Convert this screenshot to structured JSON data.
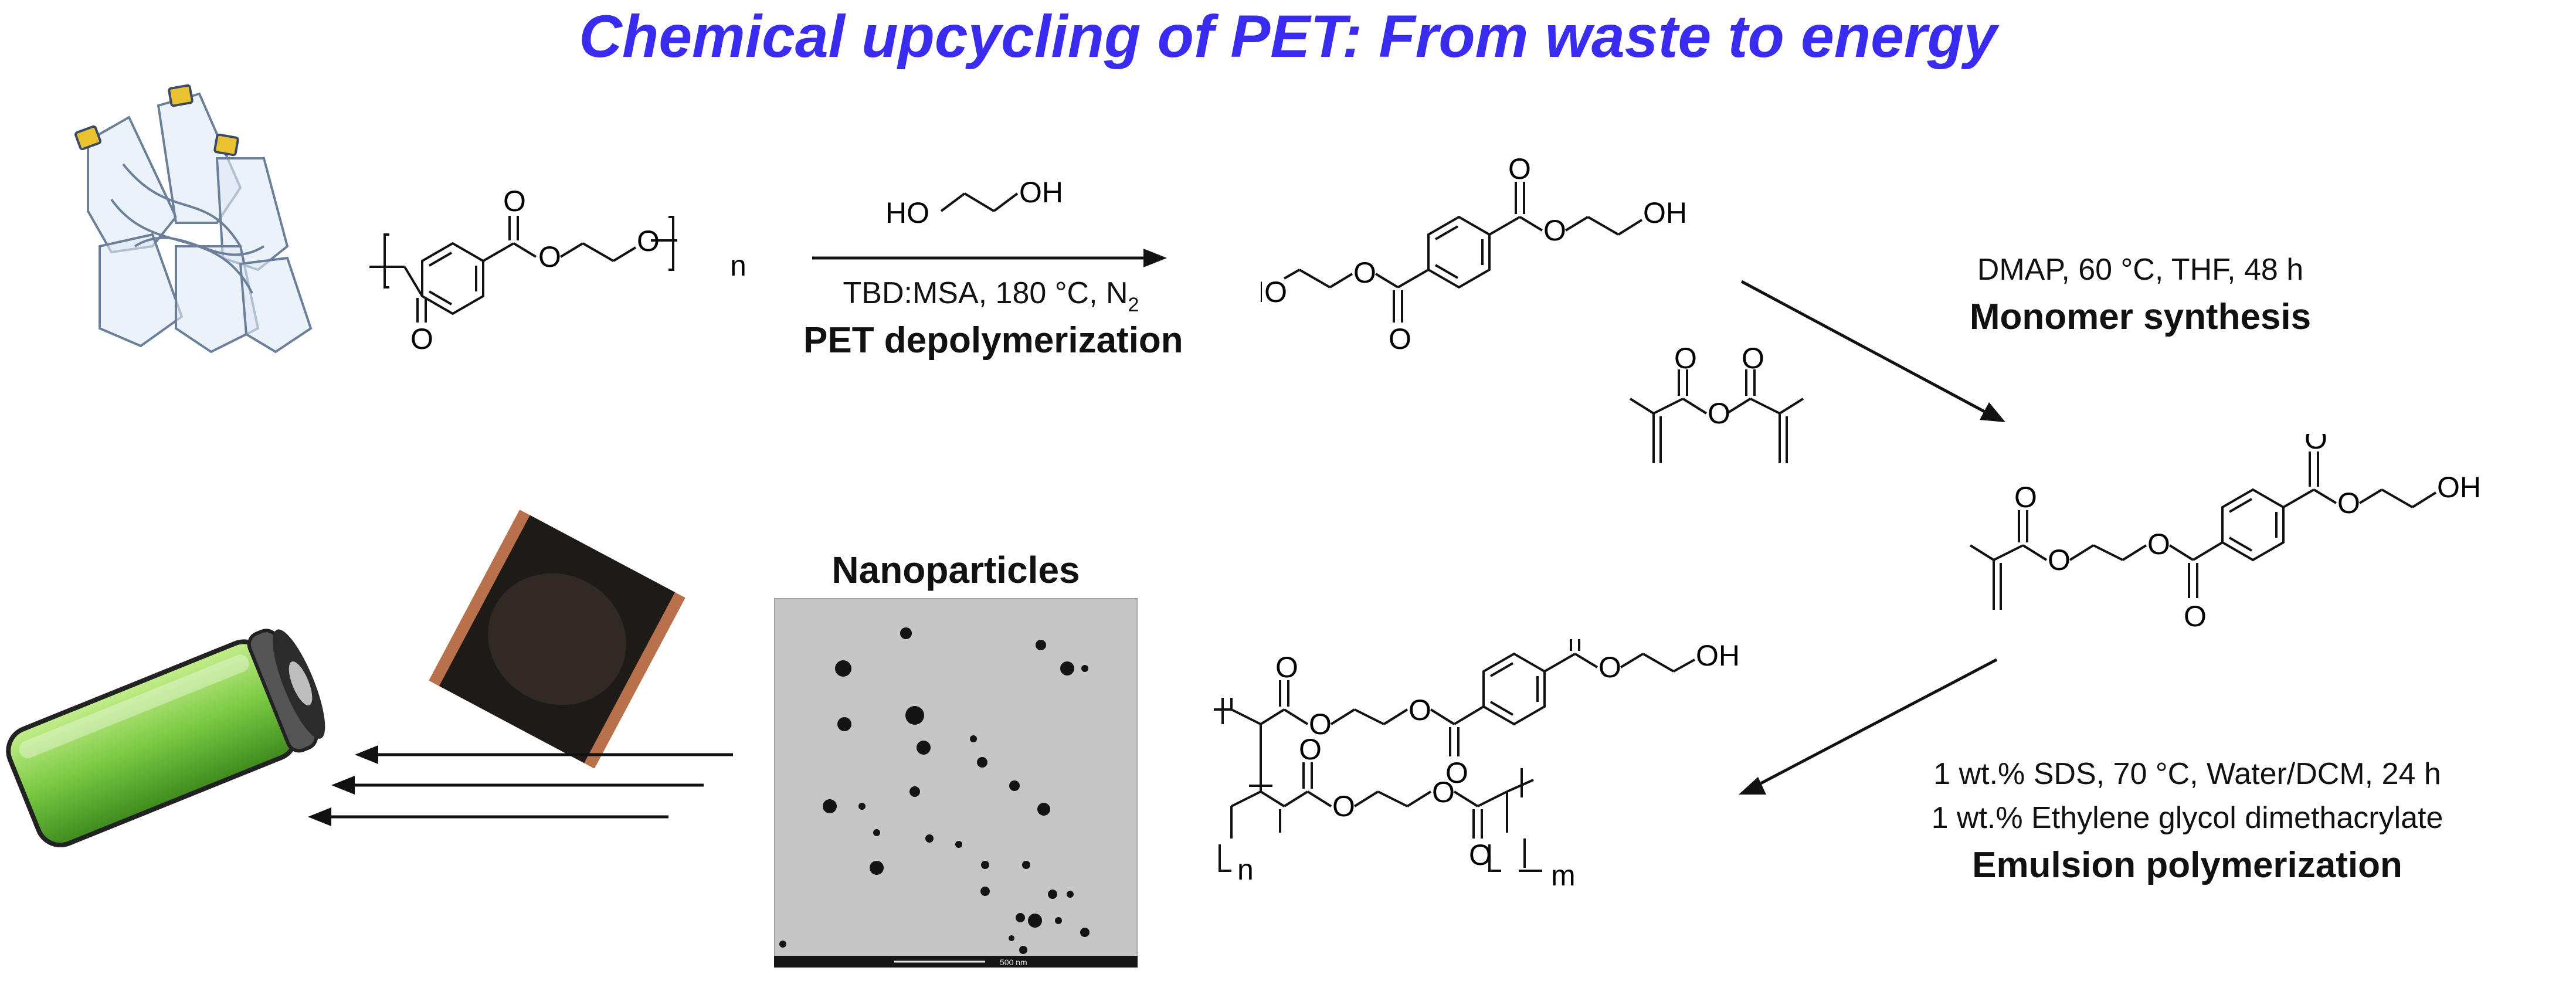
{
  "title": "Chemical upcycling of PET: From waste to energy",
  "steps": {
    "depolymerization": {
      "reagent_left": "HO",
      "reagent_right": "OH",
      "conditions": "TBD:MSA, 180 °C, N",
      "conditions_subscript": "2",
      "label": "PET depolymerization"
    },
    "monomer": {
      "conditions": "DMAP, 60 °C, THF, 48 h",
      "label": "Monomer synthesis"
    },
    "emulsion": {
      "conditions_line1_a": "1 wt.% SDS",
      "conditions_line1_b": ", 70 °C, Water/DCM, 24 h",
      "conditions_line2": "1 wt.% Ethylene glycol dimethacrylate",
      "label": "Emulsion polymerization"
    }
  },
  "nanoparticles": {
    "label": "Nanoparticles",
    "scale_bar": "500 nm"
  },
  "atoms": {
    "oxygen": "O",
    "hydroxyl_right": "OH",
    "hydroxyl_left": "HO",
    "repeat_n": "n",
    "repeat_m": "m"
  },
  "colors": {
    "title": "#3a2bf0",
    "battery_green": "#7ac943",
    "electrode_copper": "#b8714a"
  }
}
